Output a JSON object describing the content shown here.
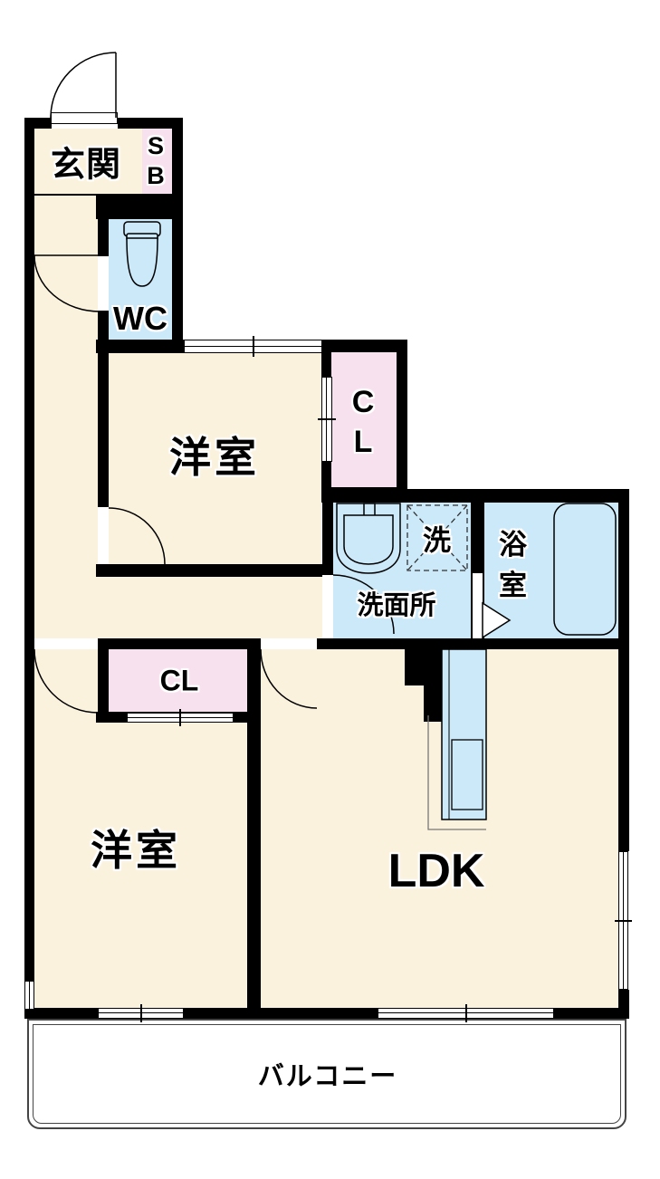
{
  "title": "floor-plan",
  "palette": {
    "wall": "#000000",
    "room_cream": "#FBF2DE",
    "wet_area_blue": "#CBE9F9",
    "closet_pink": "#F8E1EE",
    "balcony_white": "#FFFFFF"
  },
  "rooms": {
    "genkan": {
      "label": "玄関"
    },
    "shoebox": {
      "label": "S\nB"
    },
    "wc": {
      "label": "WC"
    },
    "bedroom1": {
      "label": "洋室"
    },
    "closet1": {
      "label": "C\nL"
    },
    "washroom": {
      "label": "洗面所"
    },
    "washer": {
      "label": "洗"
    },
    "bathroom": {
      "label": "浴\n室"
    },
    "bedroom2": {
      "label": "洋室"
    },
    "closet2": {
      "label": "CL"
    },
    "ldk": {
      "label": "LDK"
    },
    "balcony": {
      "label": "バルコニー"
    }
  },
  "icons": [
    "toilet-icon",
    "sink-icon",
    "washing-machine-icon",
    "bathtub-icon",
    "kitchen-counter-icon",
    "door-swing-arc",
    "folding-door-triangle",
    "sliding-window",
    "entrance-door"
  ]
}
